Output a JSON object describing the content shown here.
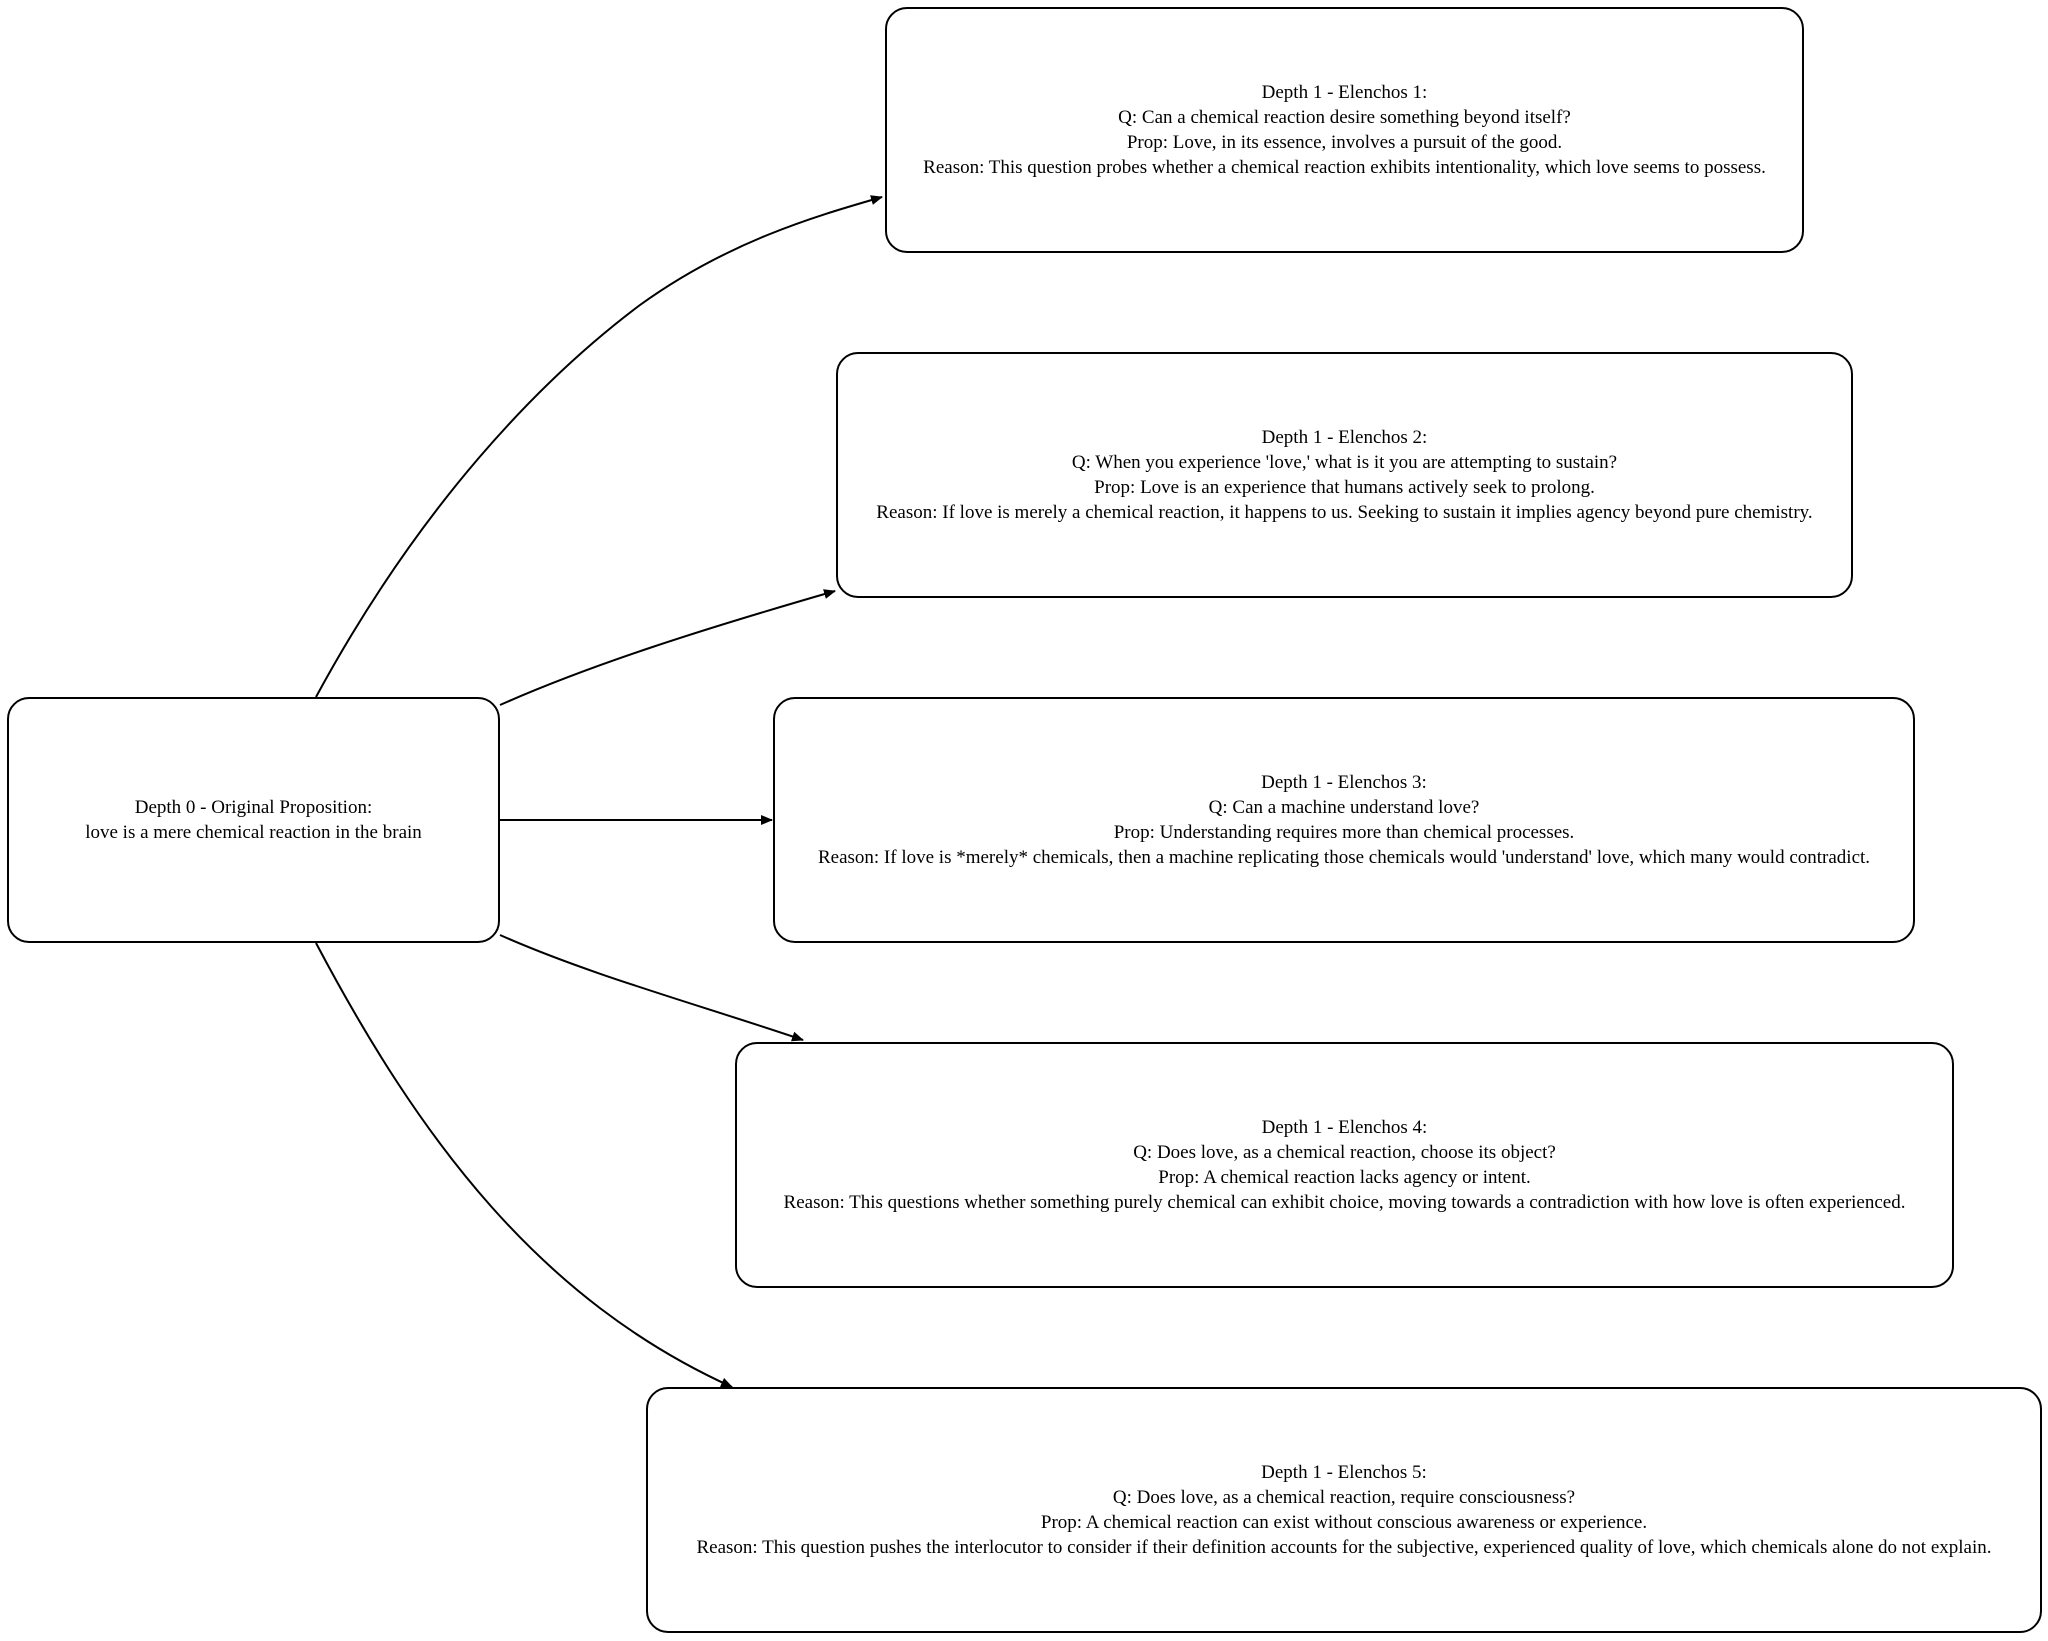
{
  "root": {
    "title": "Depth 0 - Original Proposition:",
    "text": "love is a mere chemical reaction in the brain"
  },
  "children": [
    {
      "title": "Depth 1 - Elenchos 1:",
      "q": "Q: Can a chemical reaction desire something beyond itself?",
      "prop": "Prop: Love, in its essence, involves a pursuit of the good.",
      "reason": "Reason: This question probes whether a chemical reaction exhibits intentionality, which love seems to possess."
    },
    {
      "title": "Depth 1 - Elenchos 2:",
      "q": "Q: When you experience 'love,' what is it you are attempting to sustain?",
      "prop": "Prop: Love is an experience that humans actively seek to prolong.",
      "reason": "Reason: If love is merely a chemical reaction, it happens to us. Seeking to sustain it implies agency beyond pure chemistry."
    },
    {
      "title": "Depth 1 - Elenchos 3:",
      "q": "Q: Can a machine understand love?",
      "prop": "Prop: Understanding requires more than chemical processes.",
      "reason": "Reason: If love is *merely* chemicals, then a machine replicating those chemicals would 'understand' love, which many would contradict."
    },
    {
      "title": "Depth 1 - Elenchos 4:",
      "q": "Q: Does love, as a chemical reaction, choose its object?",
      "prop": "Prop: A chemical reaction lacks agency or intent.",
      "reason": "Reason: This questions whether something purely chemical can exhibit choice, moving towards a contradiction with how love is often experienced."
    },
    {
      "title": "Depth 1 - Elenchos 5:",
      "q": "Q: Does love, as a chemical reaction, require consciousness?",
      "prop": "Prop: A chemical reaction can exist without conscious awareness or experience.",
      "reason": "Reason: This question pushes the interlocutor to consider if their definition accounts for the subjective, experienced quality of love, which chemicals alone do not explain."
    }
  ]
}
